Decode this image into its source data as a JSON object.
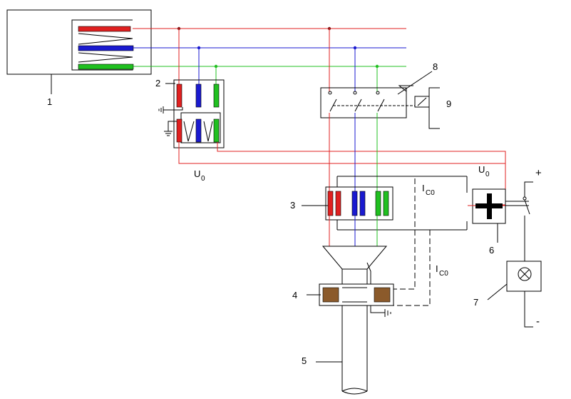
{
  "labels": {
    "n1": "1",
    "n2": "2",
    "n3": "3",
    "n4": "4",
    "n5": "5",
    "n6": "6",
    "n7": "7",
    "n8": "8",
    "n9": "9",
    "u0_left_main": "U",
    "u0_left_sub": "0",
    "u0_right_main": "U",
    "u0_right_sub": "0",
    "ic0_top_main": "I",
    "ic0_top_sub": "C0",
    "ic0_bottom_main": "I",
    "ic0_bottom_sub": "C0",
    "plus": "+",
    "minus": "-"
  },
  "colors": {
    "phase_a": "#e02020",
    "phase_b": "#1a1ad0",
    "phase_c": "#20c020",
    "brown": "#8b5a2b",
    "black": "#000000"
  }
}
